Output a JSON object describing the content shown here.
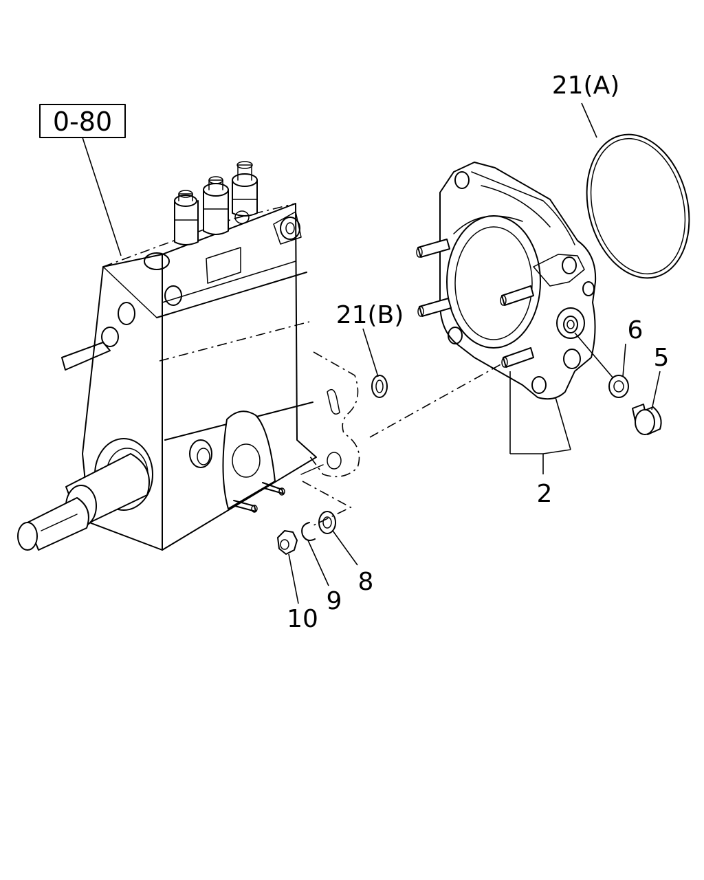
{
  "reference_box": {
    "text": "0-80"
  },
  "callouts": {
    "c2": "2",
    "c5": "5",
    "c6": "6",
    "c8": "8",
    "c9": "9",
    "c10": "10",
    "c21a": "21(A)",
    "c21b": "21(B)"
  },
  "colors": {
    "ink": "#000000",
    "paper": "#ffffff"
  }
}
